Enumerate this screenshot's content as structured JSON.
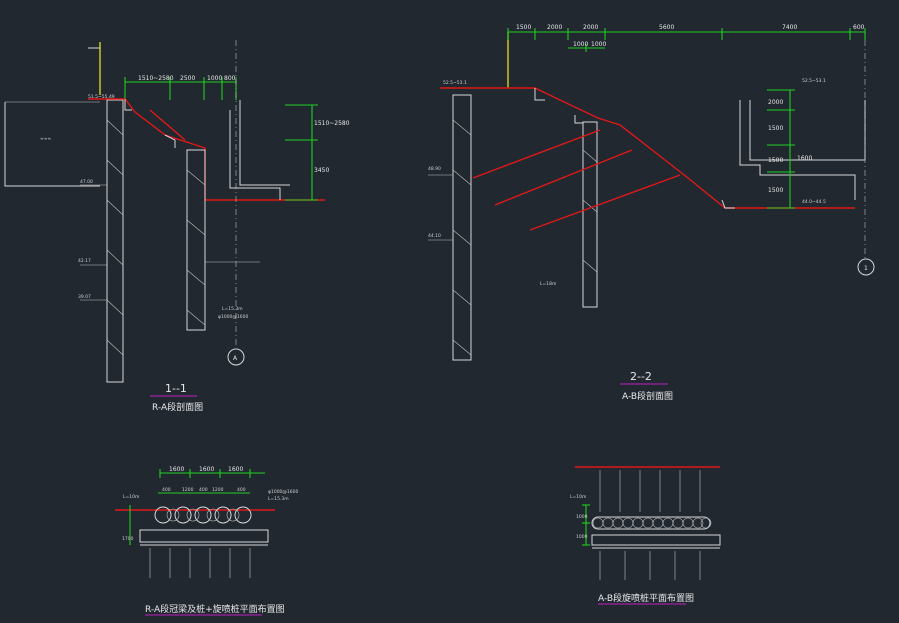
{
  "colors": {
    "background": "#212830",
    "line": "#d8d8d8",
    "dimension": "#1fd01f",
    "anchor": "#e01818",
    "ground_level": "#e0e020",
    "title_underline": "#c020c0"
  },
  "section_1": {
    "title": "1--1",
    "subtitle": "R-A段剖面图",
    "dims": [
      "1510~2580",
      "2500",
      "1000",
      "800"
    ],
    "vdims": [
      "1510~2580",
      "3450"
    ],
    "elevations": [
      "51.5~55.49",
      "47.00",
      "42.17",
      "39.07"
    ],
    "axis_label": "A",
    "pile_note": "L=15.3m",
    "pile_dia": "φ1000@1600"
  },
  "section_2": {
    "title": "2--2",
    "subtitle": "A-B段剖面图",
    "dims_top": [
      "1500",
      "2000",
      "2000",
      "5600",
      "7400",
      "600"
    ],
    "dims_sub": [
      "1000",
      "1000"
    ],
    "vdims": [
      "2000",
      "1500",
      "1500",
      "1500",
      "1600"
    ],
    "elevations": [
      "52.5~53.1",
      "48.90",
      "44.10",
      "44.0~44.5",
      "52.5~53.1"
    ],
    "axis_label": "1",
    "anchor_note": "L=18m"
  },
  "plan_1": {
    "title": "R-A段冠梁及桩+旋喷桩平面布置图",
    "dims_top": [
      "1600",
      "1600",
      "1600"
    ],
    "dims_sub": [
      "400",
      "1200",
      "400",
      "1200",
      "400"
    ],
    "pile_note": "φ1000@1600",
    "length_note": "L=15.3m",
    "left_note": "L=10m",
    "side_dim": "1700"
  },
  "plan_2": {
    "title": "A-B段旋喷桩平面布置图",
    "left_note": "L=10m",
    "side_dims": [
      "1000",
      "1000"
    ]
  }
}
